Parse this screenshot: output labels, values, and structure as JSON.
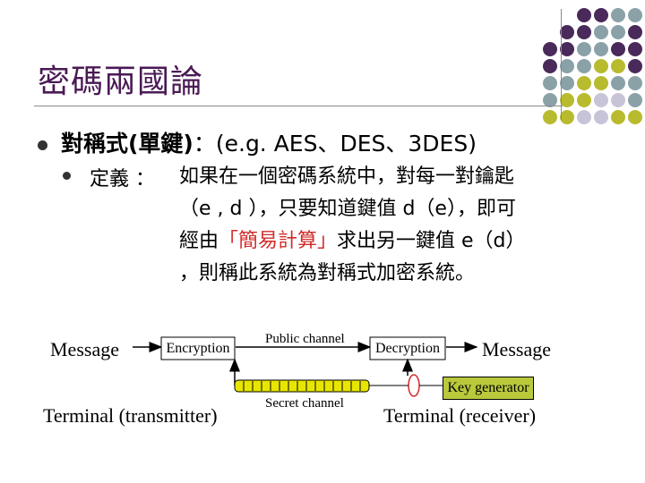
{
  "title": "密碼兩國論",
  "bullet1": {
    "text_bold": "對稱式(單鍵)",
    "text_rest": "：(e.g. AES、DES、3DES)"
  },
  "definition": {
    "label": "定義 ：",
    "line1": "如果在一個密碼系統中，對每一對鑰匙",
    "line2": "（e , d ），只要知道鍵值 d（e），即可",
    "line3_pre": "經由",
    "line3_red": "「簡易計算」",
    "line3_post": "求出另一鍵值 e（d）",
    "line4": "，則稱此系統為對稱式加密系統。"
  },
  "diagram": {
    "message_left": "Message",
    "encryption": "Encryption",
    "public_channel": "Public channel",
    "decryption": "Decryption",
    "message_right": "Message",
    "key_generator": "Key generator",
    "secret_channel": "Secret channel",
    "terminal_tx": "Terminal (transmitter)",
    "terminal_rx": "Terminal (receiver)"
  },
  "colors": {
    "title": "#4a1a55",
    "purple": "#4a2a5a",
    "olive": "#b8bb2e",
    "teal": "#8aa1a8",
    "lavender": "#c8c4d8",
    "red": "#d12b2b",
    "key_box": "#b9c93b",
    "channel": "#e8e600"
  }
}
